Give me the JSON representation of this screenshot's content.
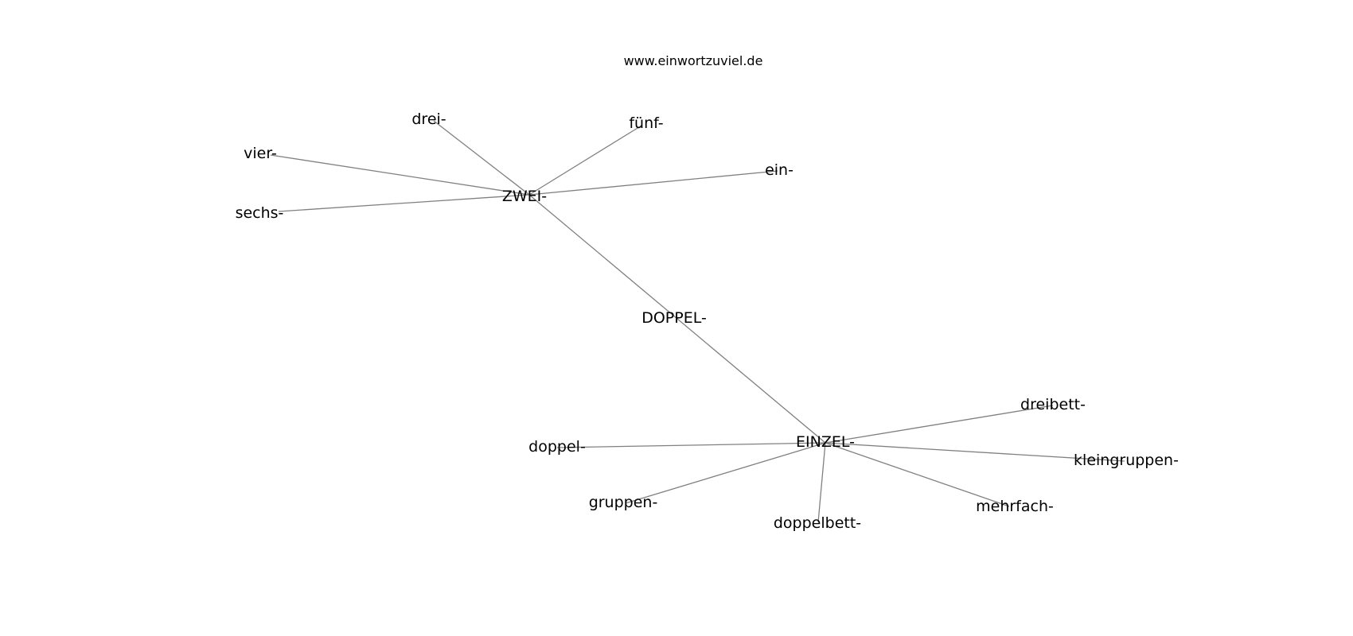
{
  "watermark": "www.einwortzuviel.de",
  "graph": {
    "nodes": {
      "zwei": "ZWEI-",
      "doppel_hub": "DOPPEL-",
      "einzel": "EINZEL-",
      "drei": "drei-",
      "fuenf": "fünf-",
      "vier": "vier-",
      "ein": "ein-",
      "sechs": "sechs-",
      "dreibett": "dreibett-",
      "doppel": "doppel-",
      "kleingruppen": "kleingruppen-",
      "gruppen": "gruppen-",
      "mehrfach": "mehrfach-",
      "doppelbett": "doppelbett-"
    },
    "edges": [
      [
        "zwei",
        "drei"
      ],
      [
        "zwei",
        "fuenf"
      ],
      [
        "zwei",
        "vier"
      ],
      [
        "zwei",
        "ein"
      ],
      [
        "zwei",
        "sechs"
      ],
      [
        "zwei",
        "einzel"
      ],
      [
        "einzel",
        "dreibett"
      ],
      [
        "einzel",
        "doppel"
      ],
      [
        "einzel",
        "kleingruppen"
      ],
      [
        "einzel",
        "gruppen"
      ],
      [
        "einzel",
        "mehrfach"
      ],
      [
        "einzel",
        "doppelbett"
      ]
    ]
  }
}
